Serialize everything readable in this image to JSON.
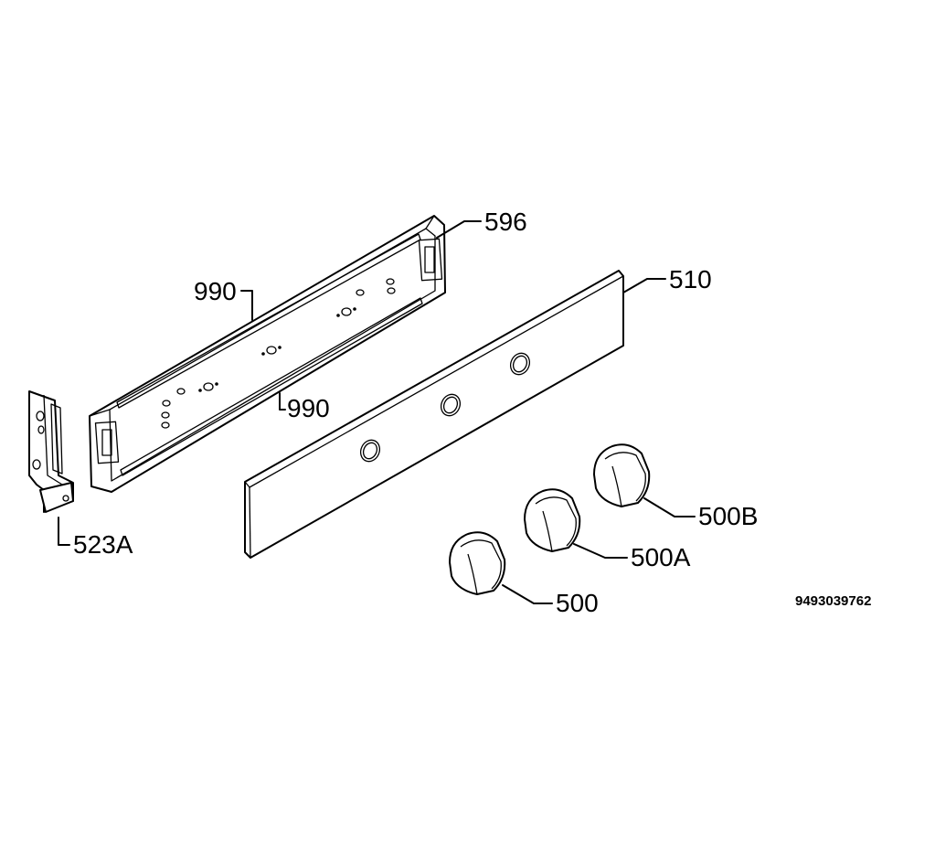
{
  "diagram": {
    "labels": {
      "part_596": "596",
      "part_990_top": "990",
      "part_990_bottom": "990",
      "part_510": "510",
      "part_523a": "523A",
      "part_500b": "500B",
      "part_500a": "500A",
      "part_500": "500"
    },
    "document_id": "9493039762"
  }
}
